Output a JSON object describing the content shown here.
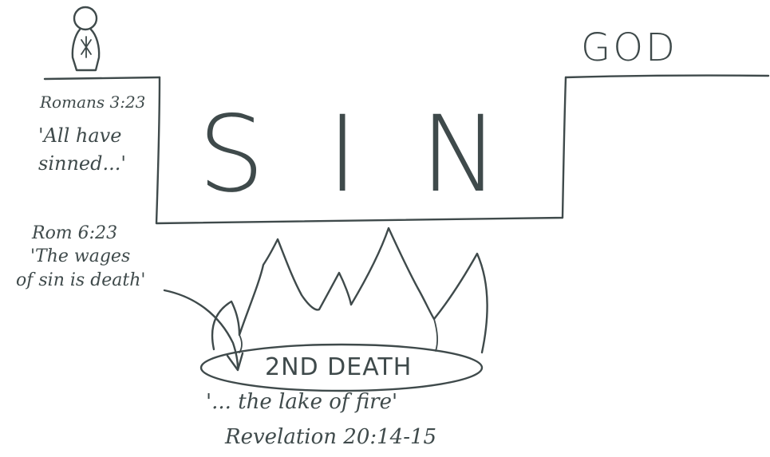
{
  "diagram": {
    "god_label": "GOD",
    "sin_word": "SIN",
    "romans": {
      "reference": "Romans 3:23",
      "quote_line1": "'All have",
      "quote_line2": "sinned...'"
    },
    "wages": {
      "reference": "Rom 6:23",
      "quote_line1": "'The wages",
      "quote_line2": "of sin is death'"
    },
    "second_death": {
      "label": "2ND DEATH",
      "quote": "'... the lake of fire'",
      "reference": "Revelation 20:14-15"
    },
    "colors": {
      "ink": "#3f4a4b",
      "paper": "#ffffff"
    },
    "icons": [
      "person-icon",
      "fire-flames",
      "arrow-icon"
    ]
  }
}
